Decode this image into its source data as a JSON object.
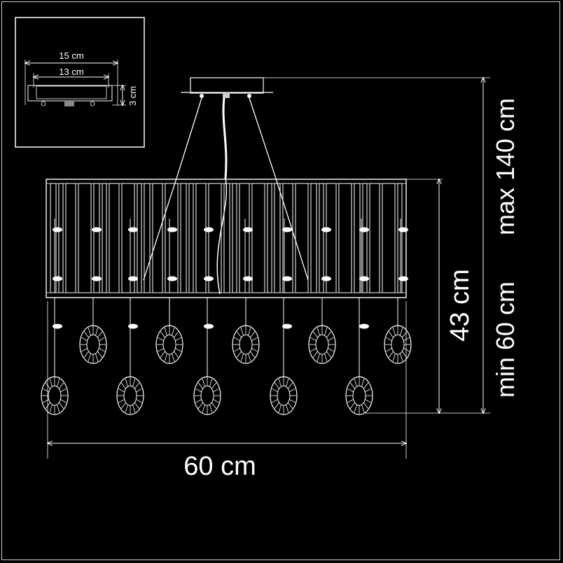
{
  "inset": {
    "width_outer": "15 cm",
    "width_inner": "13 cm",
    "height": "3 cm"
  },
  "dimensions": {
    "width": "60 cm",
    "height": "43 cm",
    "min_drop": "min 60 cm",
    "max_drop": "max 140 cm"
  },
  "colors": {
    "background": "#000000",
    "lines": "#ffffff"
  }
}
